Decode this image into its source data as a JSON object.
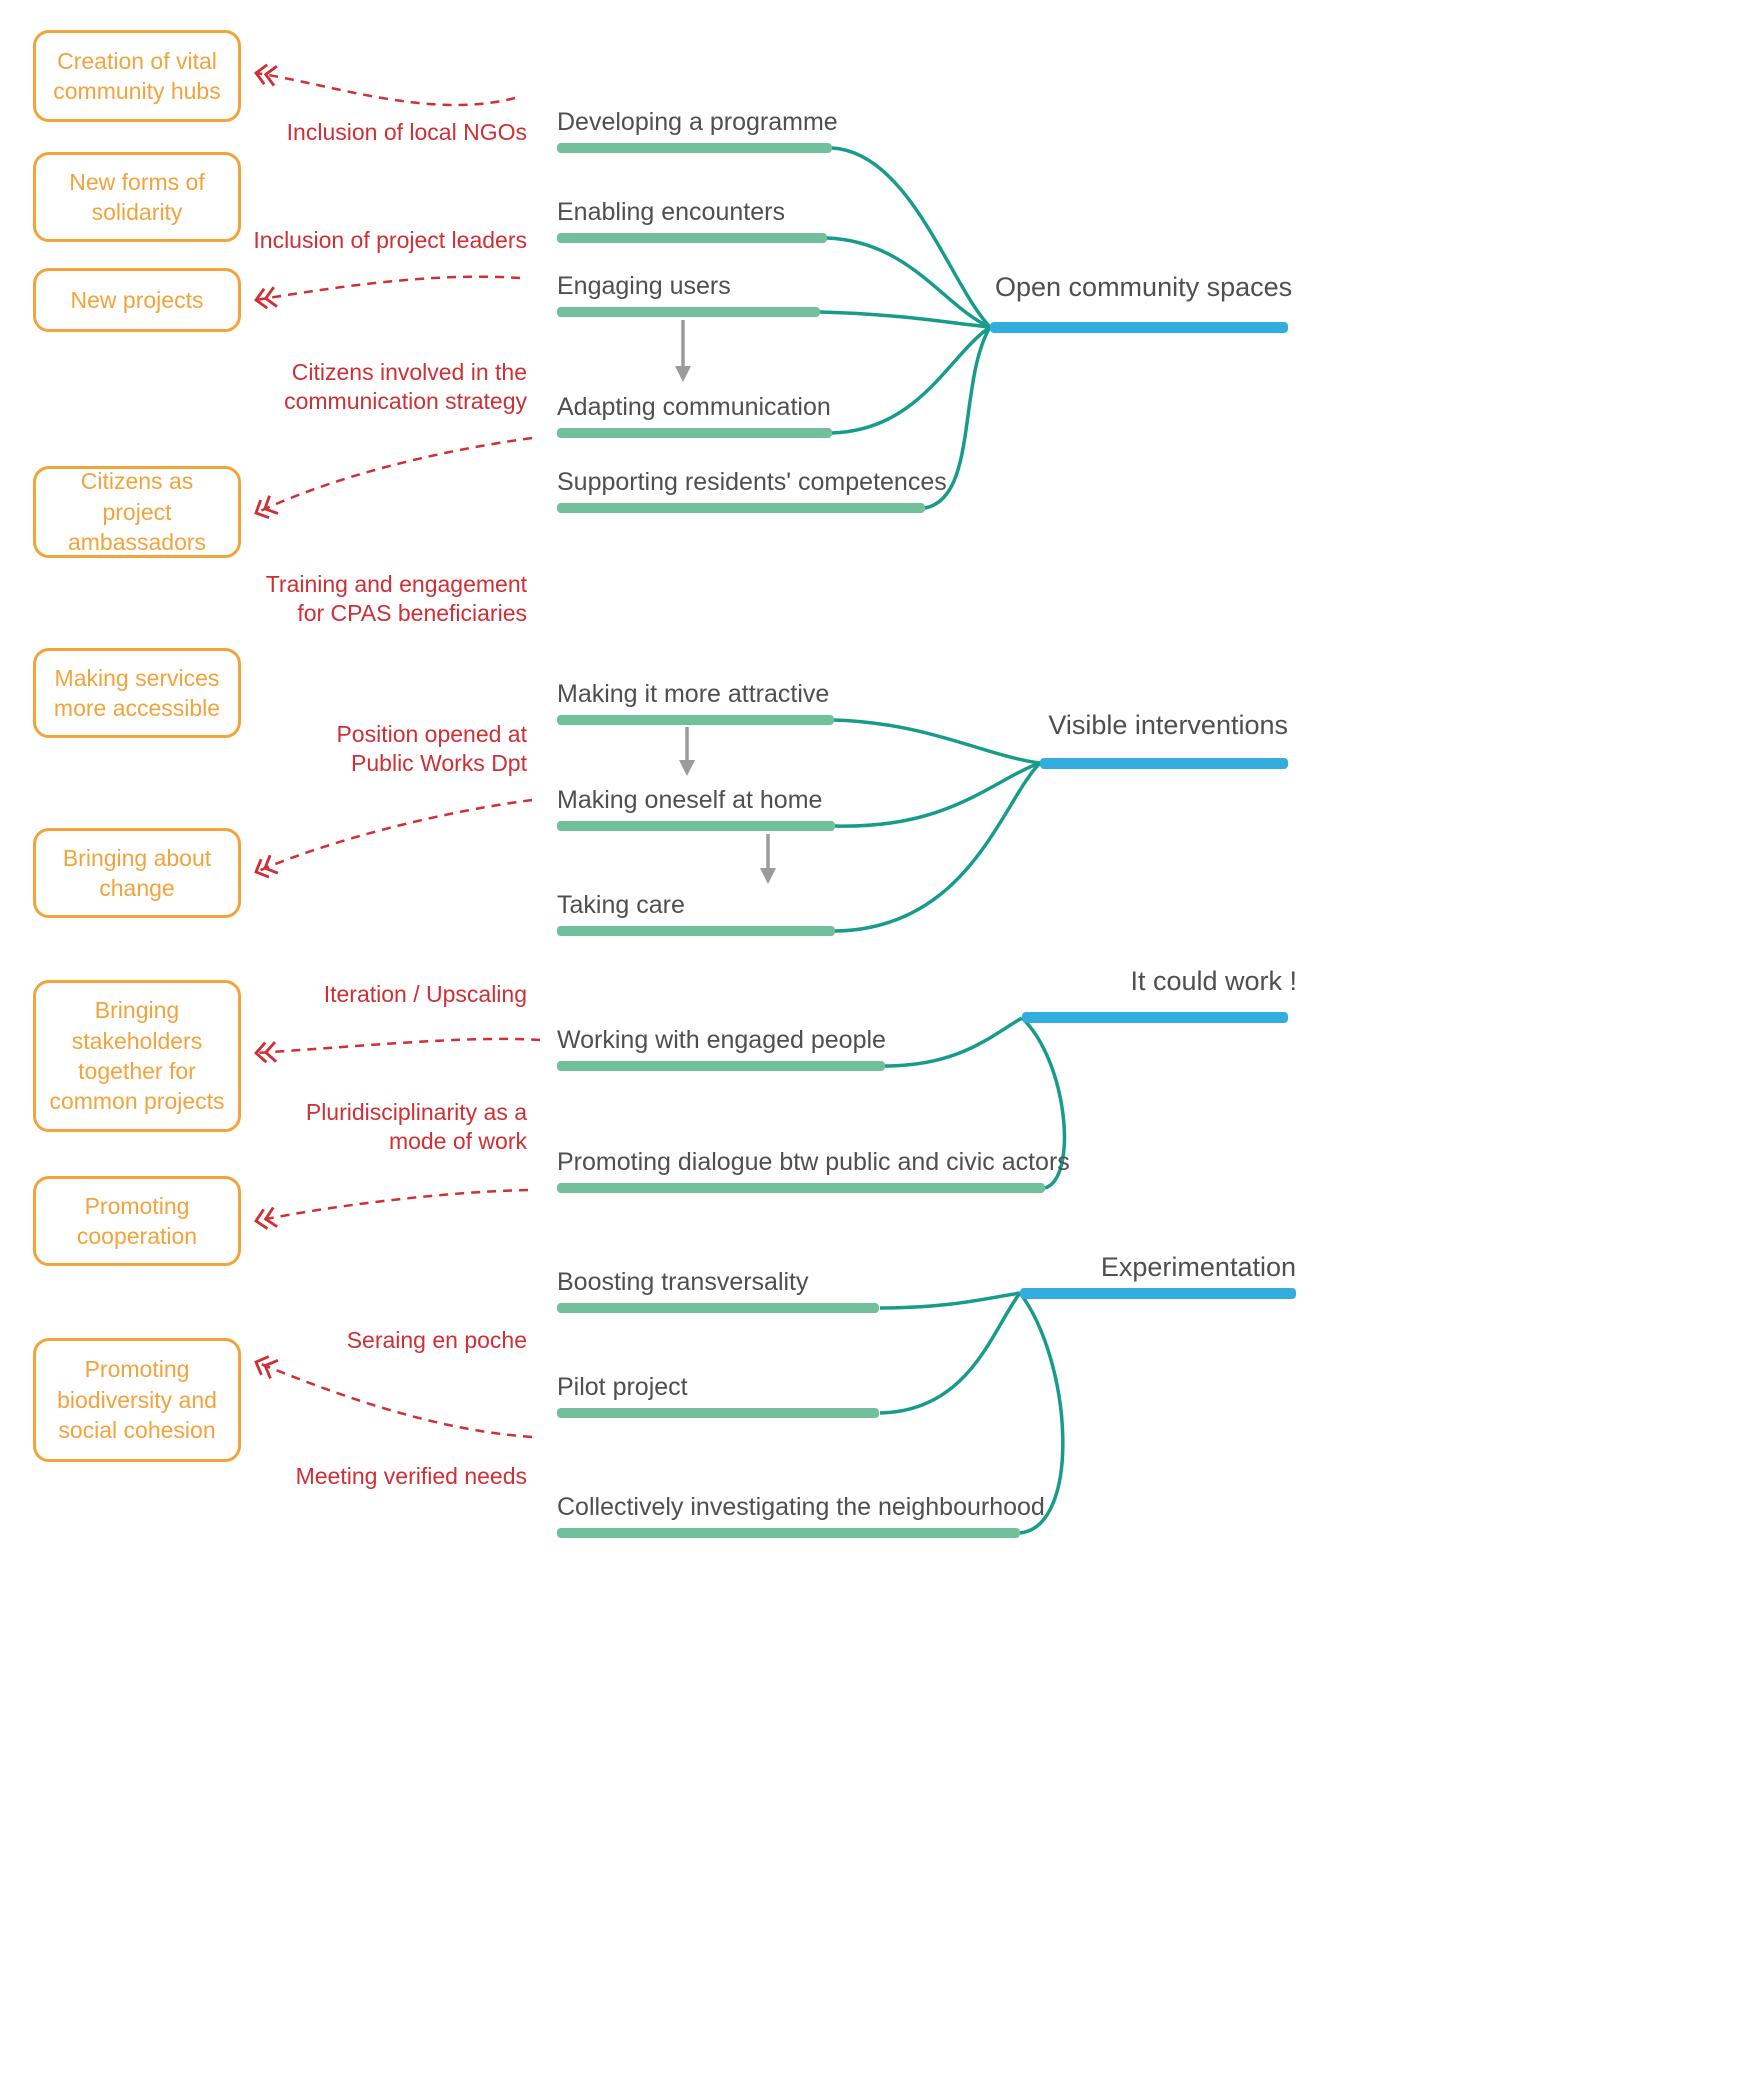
{
  "colors": {
    "orange": "#F2A33C",
    "red": "#CF2F35",
    "green": "#72BF9B",
    "teal": "#179C8B",
    "blue": "#33ADE0",
    "text_gray": "#4F4F4F",
    "arrow_gray": "#9B9B9B"
  },
  "outcome_boxes": [
    "Creation of vital community hubs",
    "New forms of solidarity",
    "New projects",
    "Citizens as project ambassadors",
    "Making services more accessible",
    "Bringing about change",
    "Bringing stakeholders together for common projects",
    "Promoting cooperation",
    "Promoting biodiversity and social cohesion"
  ],
  "red_labels": [
    "Inclusion of local NGOs",
    "Inclusion of project leaders",
    "Citizens involved in the\ncommunication strategy",
    "Training and engagement\nfor CPAS beneficiaries",
    "Position opened at\nPublic Works Dpt",
    "Iteration / Upscaling",
    "Pluridisciplinarity as a\nmode of work",
    "Seraing en poche",
    "Meeting verified needs"
  ],
  "groups": [
    {
      "title": "Open community spaces",
      "items": [
        "Developing a programme",
        "Enabling encounters",
        "Engaging users",
        "Adapting communication",
        "Supporting residents' competences"
      ]
    },
    {
      "title": "Visible interventions",
      "items": [
        "Making it more attractive",
        "Making oneself at home",
        "Taking care"
      ]
    },
    {
      "title": "It could work !",
      "items": [
        "Working with engaged people",
        "Promoting dialogue btw public and civic actors"
      ]
    },
    {
      "title": "Experimentation",
      "items": [
        "Boosting transversality",
        "Pilot project",
        "Collectively investigating the neighbourhood"
      ]
    }
  ]
}
